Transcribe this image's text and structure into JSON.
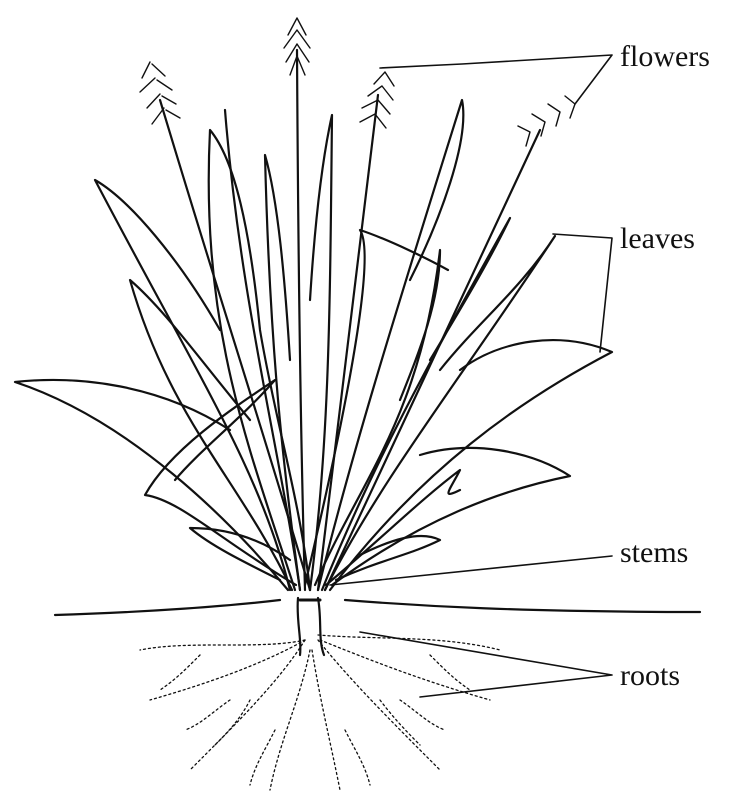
{
  "diagram": {
    "subject": "grass plant",
    "ink_color": "#111111",
    "background_color": "#ffffff",
    "labels": {
      "flowers": "flowers",
      "leaves": "leaves",
      "stems": "stems",
      "roots": "roots"
    }
  }
}
